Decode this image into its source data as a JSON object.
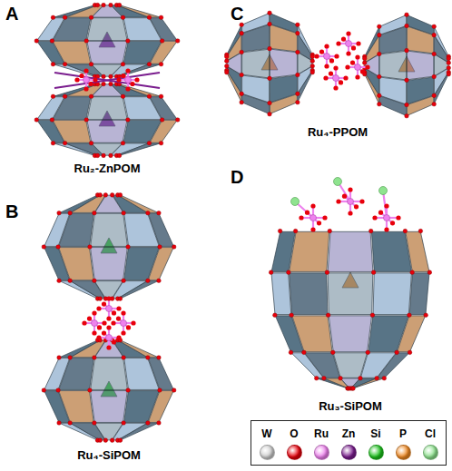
{
  "diagram": {
    "labels": [
      "A",
      "Ru₂-ZnPOM",
      "B",
      "Ru₄-SiPOM",
      "C",
      "Ru₄-PPOM",
      "D",
      "Ru₃-SiPOM"
    ],
    "legend": [
      {
        "text": "W",
        "color": "#d0d0d0"
      },
      {
        "text": "O",
        "color": "#e8000b"
      },
      {
        "text": "Ru",
        "color": "#ee82ee"
      },
      {
        "text": "Zn",
        "color": "#7a1d8e"
      },
      {
        "text": "Si",
        "color": "#1ec31e"
      },
      {
        "text": "P",
        "color": "#f08a24"
      },
      {
        "text": "Cl",
        "color": "#8fe38f"
      }
    ]
  }
}
